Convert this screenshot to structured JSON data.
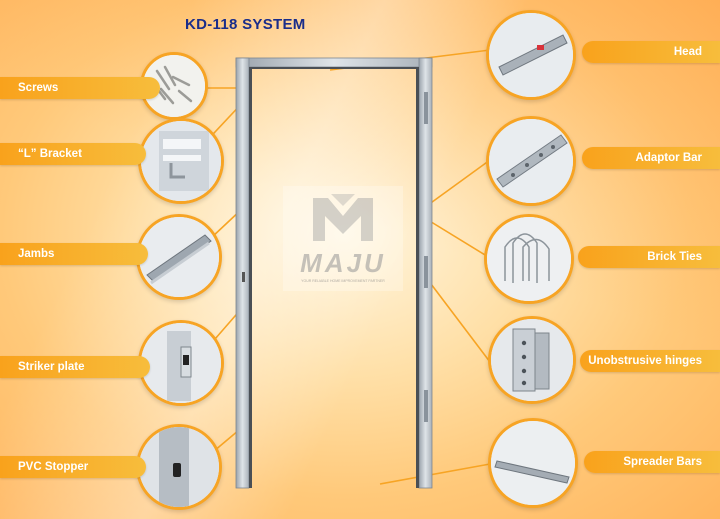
{
  "title": "KD-118 SYSTEM",
  "logo": {
    "brand": "MAJU",
    "tagline": "YOUR RELIABLE HOME IMPROVEMENT PARTNER"
  },
  "labels_left": [
    {
      "id": "screws",
      "text": "Screws"
    },
    {
      "id": "l-bracket",
      "text": "“L” Bracket"
    },
    {
      "id": "jambs",
      "text": "Jambs"
    },
    {
      "id": "striker-plate",
      "text": "Striker plate"
    },
    {
      "id": "pvc-stopper",
      "text": "PVC Stopper"
    }
  ],
  "labels_right": [
    {
      "id": "head",
      "text": "Head"
    },
    {
      "id": "adaptor-bar",
      "text": "Adaptor Bar"
    },
    {
      "id": "brick-ties",
      "text": "Brick Ties"
    },
    {
      "id": "unobstrusive-hinges",
      "text": "Unobstrusive hinges"
    },
    {
      "id": "spreader-bars",
      "text": "Spreader Bars"
    }
  ],
  "colors": {
    "title": "#1a2d8a",
    "tag": "#f9a21c",
    "bubble_border": "#f7a424",
    "frame": "#b8c0c8"
  }
}
